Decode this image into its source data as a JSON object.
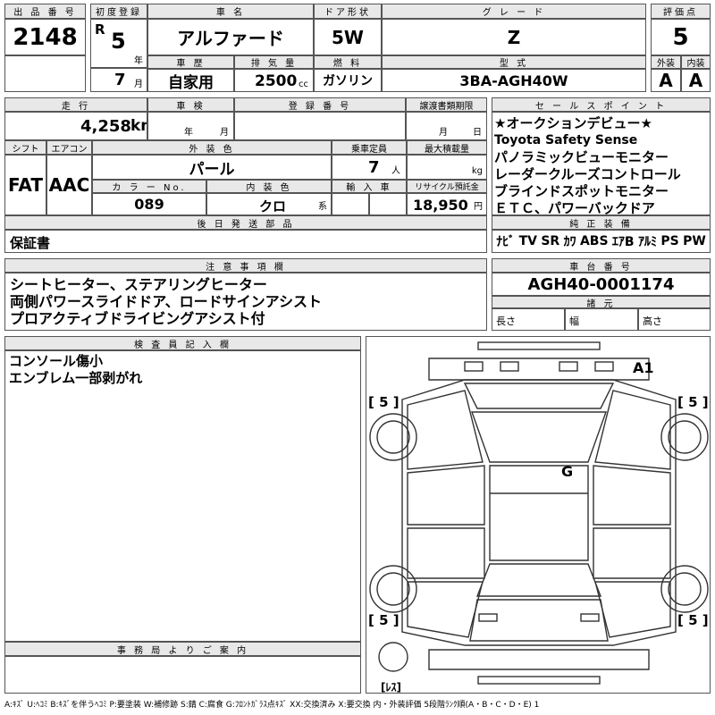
{
  "lot": {
    "label": "出 品 番 号",
    "value": "2148"
  },
  "first_reg": {
    "label": "初度登録",
    "era": "R",
    "year": "5",
    "year_unit": "年",
    "month": "7",
    "month_unit": "月"
  },
  "car_name": {
    "label": "車 名",
    "value": "アルファード"
  },
  "doors": {
    "label": "ドア形状",
    "value": "5W"
  },
  "grade": {
    "label": "グ レ ー ド",
    "value": "Z"
  },
  "score": {
    "label": "評価点",
    "value": "5"
  },
  "history": {
    "label": "車 歴",
    "value": "自家用"
  },
  "displacement": {
    "label": "排 気 量",
    "value": "2500",
    "unit": "cc"
  },
  "fuel": {
    "label": "燃 料",
    "value": "ガソリン"
  },
  "model": {
    "label": "型 式",
    "value": "3BA-AGH40W"
  },
  "exterior_score": {
    "label": "外装",
    "value": "A"
  },
  "interior_score": {
    "label": "内装",
    "value": "A"
  },
  "mileage": {
    "label": "走 行",
    "value": "4,258",
    "unit": "km"
  },
  "inspection": {
    "label": "車 検",
    "year_unit": "年",
    "month_unit": "月"
  },
  "plate": {
    "label": "登 録 番 号"
  },
  "transfer_deadline": {
    "label": "譲渡書類期限",
    "month_unit": "月",
    "day_unit": "日"
  },
  "shift": {
    "label": "シフト",
    "value": "FAT"
  },
  "aircon": {
    "label": "エアコン",
    "value": "AAC"
  },
  "ext_color": {
    "label": "外 装 色",
    "value": "パール"
  },
  "capacity": {
    "label": "乗車定員",
    "value": "7",
    "unit": "人"
  },
  "max_load": {
    "label": "最大積載量",
    "unit": "kg"
  },
  "color_no": {
    "label": "カ ラ ー No.",
    "value": "089"
  },
  "int_color": {
    "label": "内 装 色",
    "value": "クロ",
    "suffix": "系"
  },
  "import": {
    "label": "輸 入 車"
  },
  "recycle": {
    "label": "リサイクル預託金",
    "value": "18,950",
    "unit": "円"
  },
  "later_items": {
    "label": "後 日 発 送 部 品",
    "value": "保証書"
  },
  "sales_points": {
    "label": "セ ー ル ス ポ イ ン ト",
    "lines": [
      "★オークションデビュー★",
      "Toyota Safety Sense",
      "パノラミックビューモニター",
      "レーダークルーズコントロール",
      "ブラインドスポットモニター",
      "ＥＴＣ、パワーバックドア"
    ]
  },
  "equipment": {
    "label": "純 正 装 備",
    "items": [
      "ﾅﾋﾞ",
      "TV",
      "SR",
      "ｶﾜ",
      "ABS",
      "ｴｱB",
      "ｱﾙﾐ",
      "PS",
      "PW"
    ]
  },
  "notes": {
    "label": "注 意 事 項 欄",
    "lines": [
      "シートヒーター、ステアリングヒーター",
      "両側パワースライドドア、ロードサインアシスト",
      "プロアクティブドライビングアシスト付"
    ]
  },
  "chassis": {
    "label": "車 台 番 号",
    "value": "AGH40-0001174"
  },
  "dimensions": {
    "label": "諸 元",
    "length": "長さ",
    "width": "幅",
    "height": "高さ"
  },
  "inspector": {
    "label": "検 査 員 記 入 欄",
    "lines": [
      "コンソール傷小",
      "エンブレム一部剥がれ"
    ]
  },
  "office": {
    "label": "事 務 局 よ り ご 案 内"
  },
  "diagram": {
    "mark_front": "A1",
    "mark_roof": "G",
    "tire_fl": "[ 5 ]",
    "tire_fr": "[ 5 ]",
    "tire_rl": "[ 5 ]",
    "tire_rr": "[ 5 ]",
    "spare": "[ﾚｽ]"
  },
  "legend": "A:ｷｽﾞ U:ﾍｺﾐ B:ｷｽﾞを伴うﾍｺﾐ P:要塗装 W:補修跡 S:錆 C:腐食 G:ﾌﾛﾝﾄｶﾞﾗｽ点ｷｽﾞ XX:交換済み X:要交換 内・外装評価 5段階ﾗﾝｸ順(A・B・C・D・E) 1"
}
